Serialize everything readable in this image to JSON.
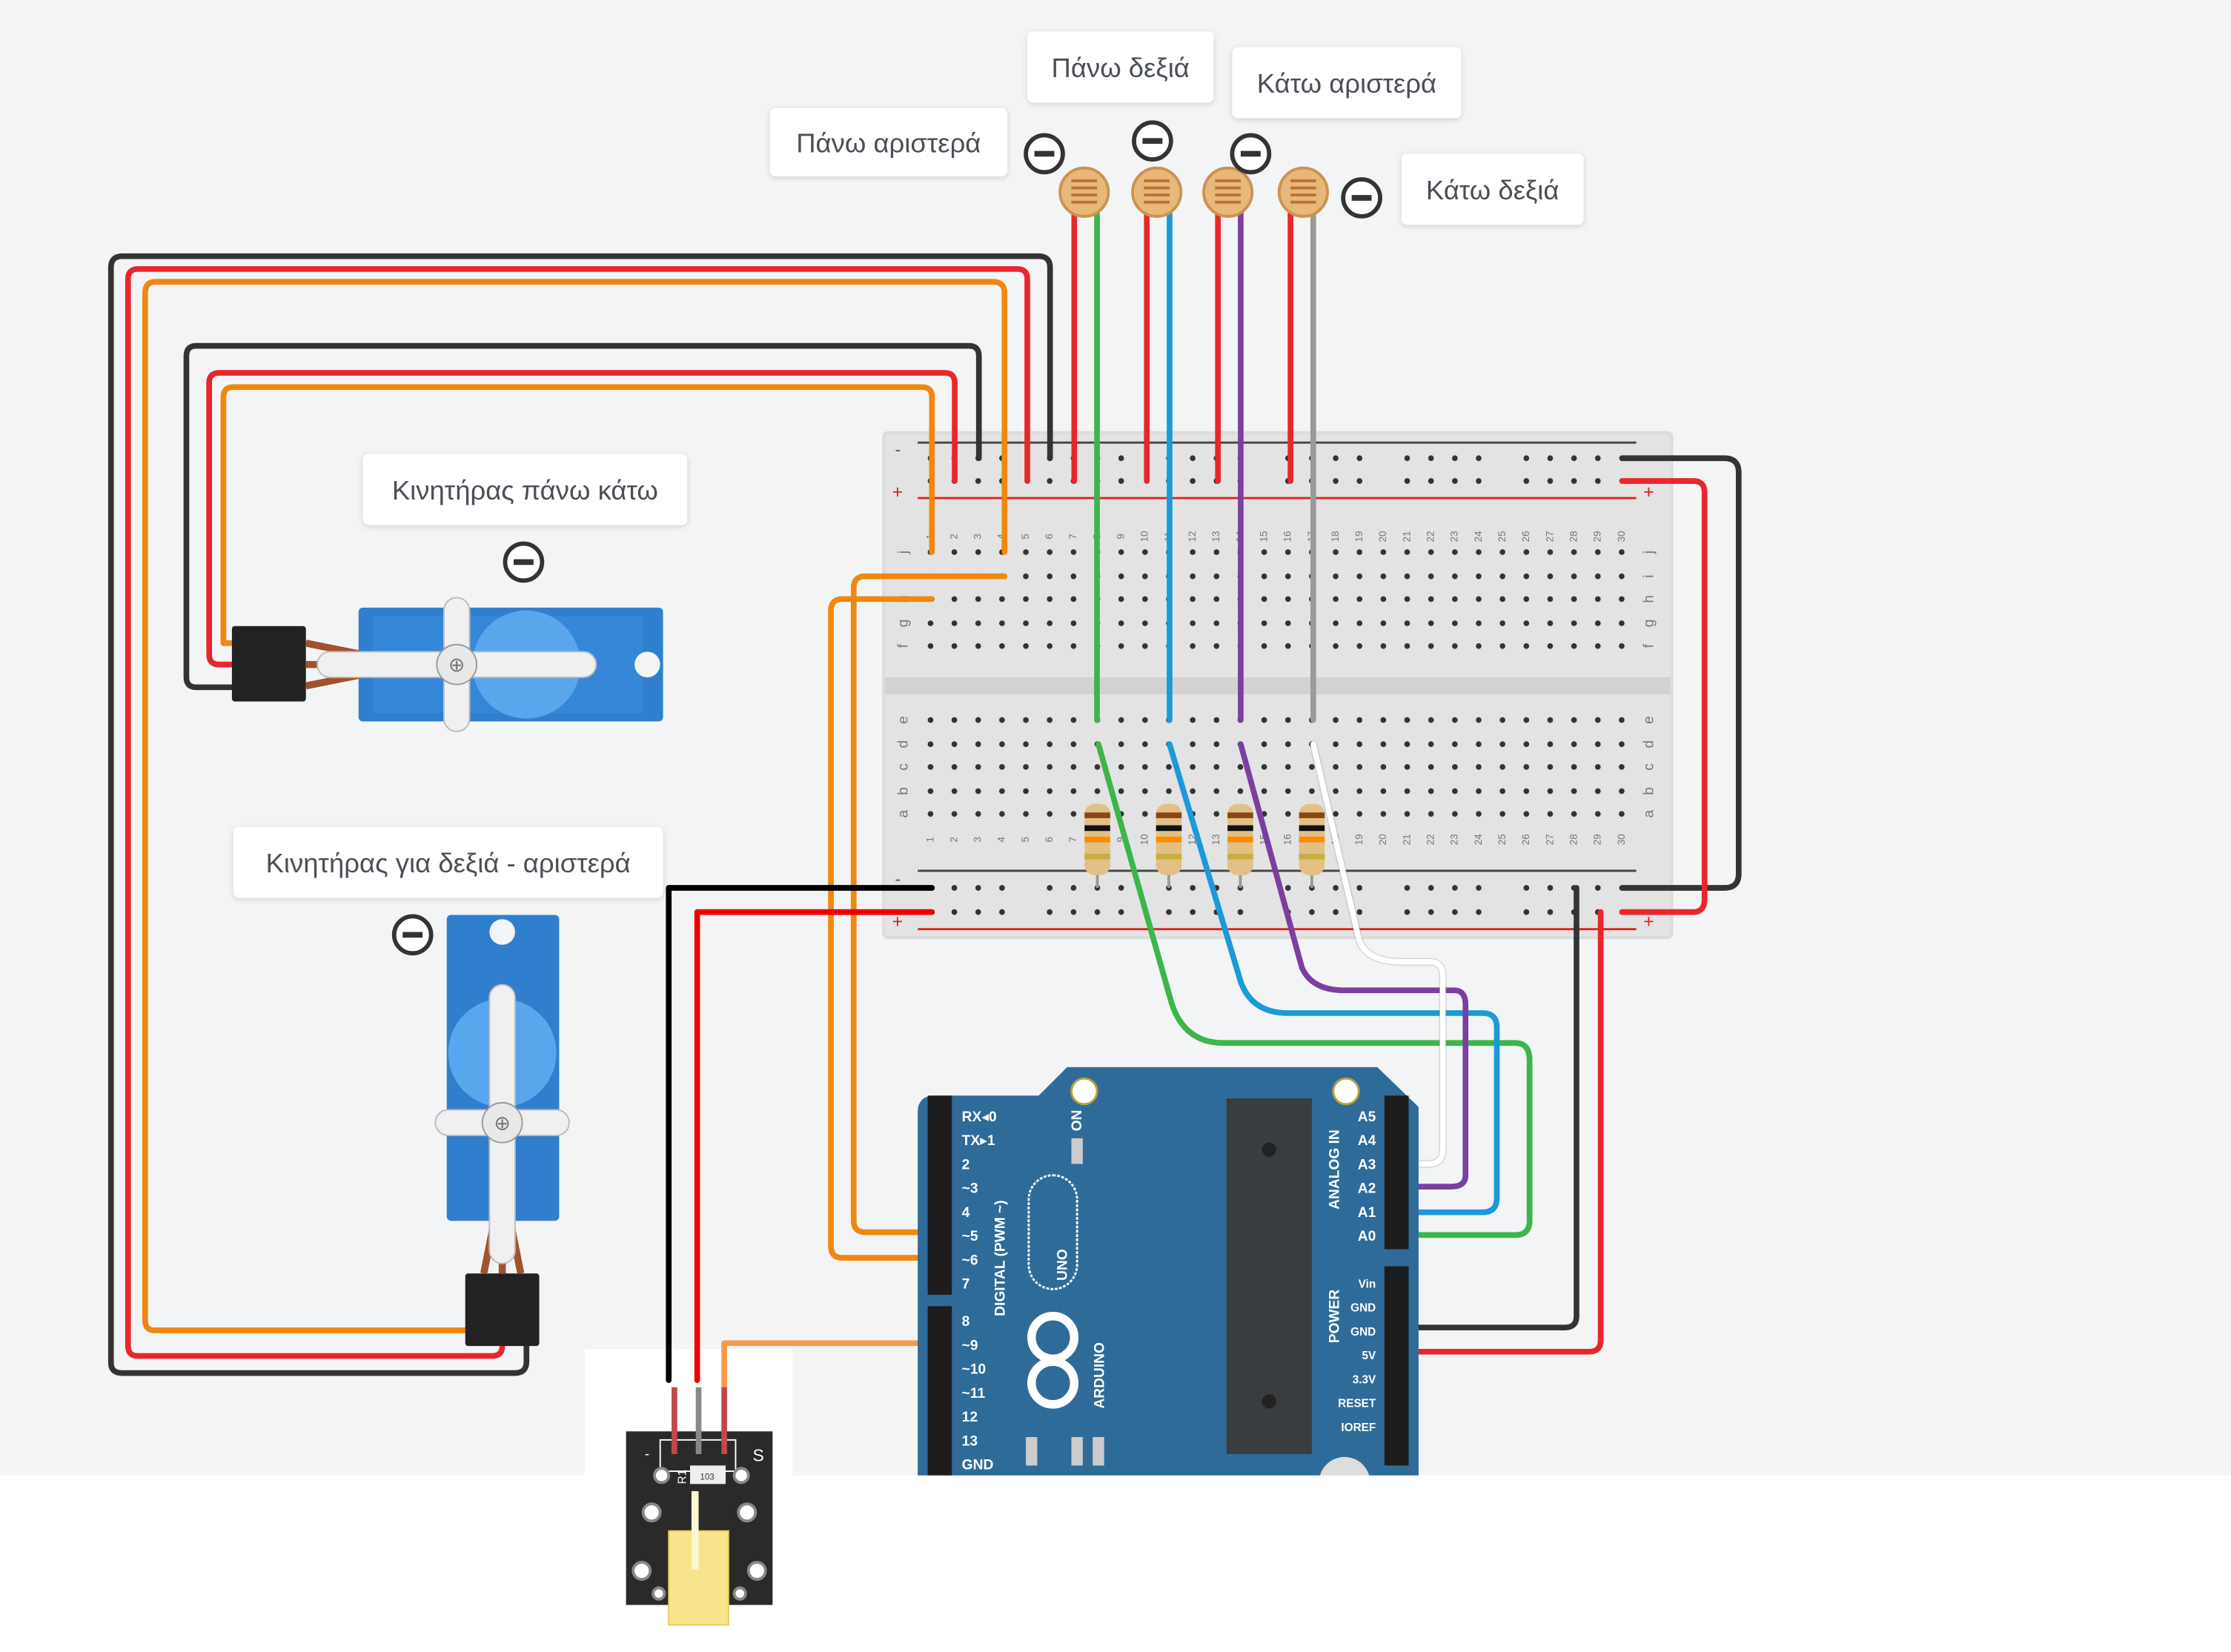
{
  "canvas": {
    "background": "#f3f4f6",
    "lower_background": "#ffffff"
  },
  "labels": {
    "top_left": "Πάνω αριστερά",
    "top_right": "Πάνω δεξιά",
    "bottom_left": "Κάτω αριστερά",
    "bottom_right": "Κάτω δεξιά",
    "servo_updown": "Κινητήρας πάνω κάτω",
    "servo_leftright": "Κινητήρας για δεξιά - αριστερά"
  },
  "breadboard": {
    "rows_top": [
      "j",
      "i",
      "h",
      "g",
      "f"
    ],
    "rows_bottom": [
      "e",
      "d",
      "c",
      "b",
      "a"
    ],
    "columns": 30,
    "rail_minus": "-",
    "rail_plus": "+"
  },
  "arduino": {
    "brand": "ARDUINO",
    "model": "UNO",
    "on_label": "ON",
    "digital_title": "DIGITAL (PWM ~)",
    "analog_title": "ANALOG IN",
    "power_title": "POWER",
    "digital_pins_top": [
      "RX◂0",
      "TX▸1",
      "2",
      "~3",
      "4",
      "~5",
      "~6",
      "7"
    ],
    "digital_pins_bottom": [
      "8",
      "~9",
      "~10",
      "~11",
      "12",
      "13",
      "GND"
    ],
    "analog_pins": [
      "A5",
      "A4",
      "A3",
      "A2",
      "A1",
      "A0"
    ],
    "power_pins": [
      "Vin",
      "GND",
      "GND",
      "5V",
      "3.3V",
      "RESET",
      "IOREF"
    ]
  },
  "laser_module": {
    "minus": "-",
    "signal": "S",
    "resistor_ref": "R1",
    "resistor_code": "103"
  },
  "colors": {
    "wire_black": "#333333",
    "wire_red": "#e8262b",
    "wire_orange": "#f0870f",
    "wire_green": "#3cb54a",
    "wire_blue": "#1a9ad6",
    "wire_purple": "#7b3fa0",
    "wire_gray": "#9a9a9a",
    "wire_white": "#ffffff",
    "arduino_blue": "#2e6b99",
    "servo_blue": "#2f7fce"
  }
}
